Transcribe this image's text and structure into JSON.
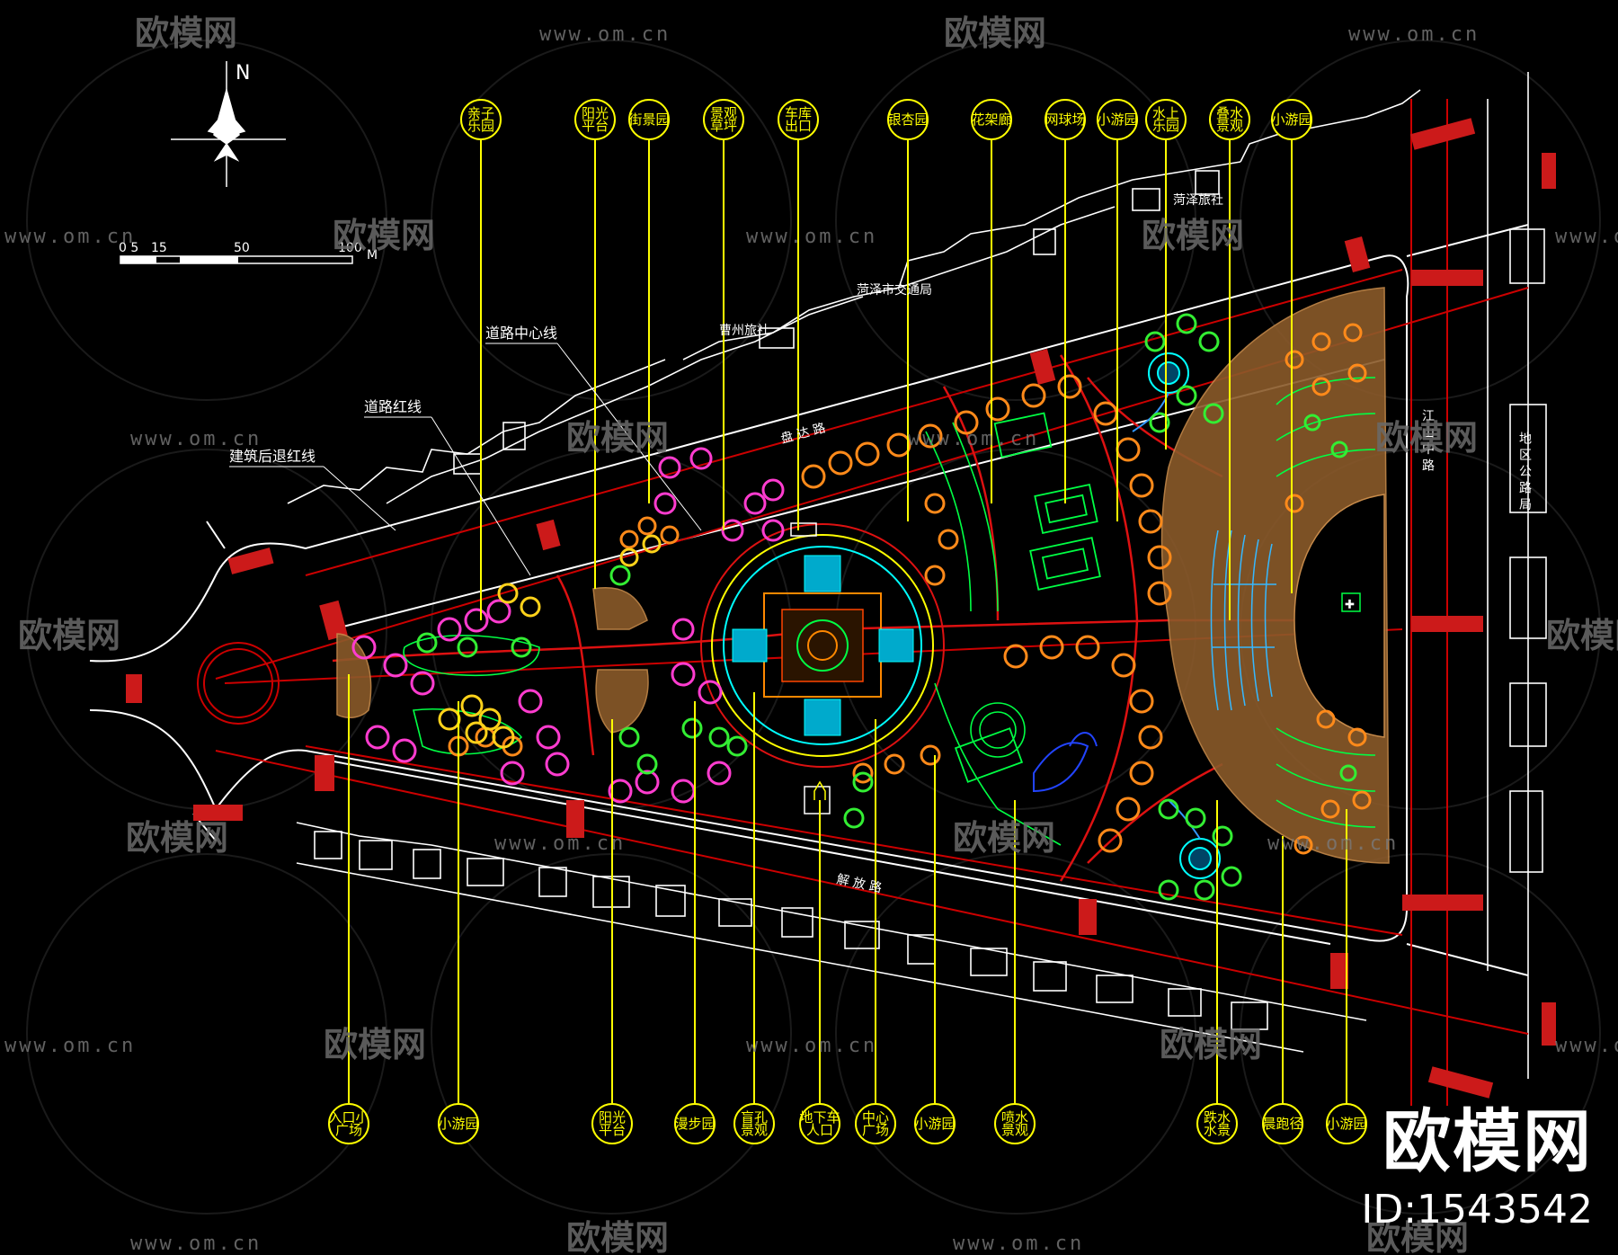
{
  "compass": {
    "north_label": "N"
  },
  "scale_bar": {
    "ticks": [
      "0 5",
      "15",
      "50",
      "100"
    ],
    "unit": "M"
  },
  "top_callouts": [
    {
      "id": "t1",
      "text": "亲子乐园"
    },
    {
      "id": "t2",
      "text": "阳光平台"
    },
    {
      "id": "t3",
      "text": "街景园"
    },
    {
      "id": "t4",
      "text": "景观草坪"
    },
    {
      "id": "t5",
      "text": "车库出口"
    },
    {
      "id": "t6",
      "text": "银杏园"
    },
    {
      "id": "t7",
      "text": "花架廊"
    },
    {
      "id": "t8",
      "text": "网球场"
    },
    {
      "id": "t9",
      "text": "小游园"
    },
    {
      "id": "t10",
      "text": "水上乐园"
    },
    {
      "id": "t11",
      "text": "叠水景观"
    },
    {
      "id": "t12",
      "text": "小游园"
    }
  ],
  "bottom_callouts": [
    {
      "id": "b1",
      "text": "入口小广场"
    },
    {
      "id": "b2",
      "text": "小游园"
    },
    {
      "id": "b3",
      "text": "阳光平台"
    },
    {
      "id": "b4",
      "text": "漫步园"
    },
    {
      "id": "b5",
      "text": "盲孔景观"
    },
    {
      "id": "b6",
      "text": "地下车人口"
    },
    {
      "id": "b7",
      "text": "中心广场"
    },
    {
      "id": "b8",
      "text": "小游园"
    },
    {
      "id": "b9",
      "text": "喷水景观"
    },
    {
      "id": "b10",
      "text": "跌水水景"
    },
    {
      "id": "b11",
      "text": "晨跑径"
    },
    {
      "id": "b12",
      "text": "小游园"
    }
  ],
  "annotations": {
    "road_centerline": "道路中心线",
    "road_redline": "道路红线",
    "setback_line": "建筑后退红线",
    "hotel_1": "菏泽旅社",
    "bureau": "菏泽市交通局",
    "hotel_2": "曹州旅社",
    "north_road": "盘 达 路",
    "south_road": "解 放 路",
    "east_road": "江 山 中 路",
    "east_building": "地 区 公 路 局"
  },
  "watermark": {
    "logo": "欧模网",
    "url": "www.om.cn"
  },
  "branding": {
    "logo": "欧模网",
    "id": "ID:1543542"
  }
}
